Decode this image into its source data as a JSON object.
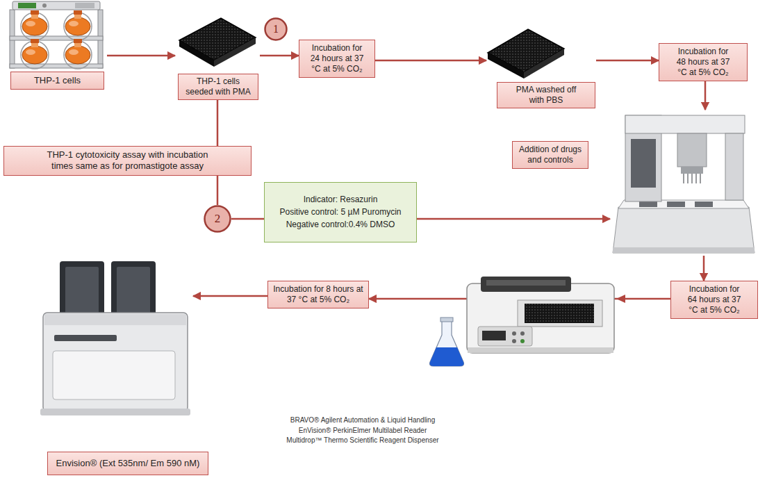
{
  "diagram": {
    "nodes": [
      {
        "text": [
          "THP-1 cells"
        ]
      },
      {
        "text": [
          "THP-1 cells seeded with PMA"
        ]
      },
      {
        "text": [
          "1"
        ]
      },
      {
        "text": [
          "Incubation for 24 hours at 37 °C at 5% CO₂"
        ]
      },
      {
        "text": [
          "PMA washed off with PBS"
        ]
      },
      {
        "text": [
          "Incubation for 48 hours at 37 °C at 5% CO₂"
        ]
      },
      {
        "text": [
          "THP-1 cytotoxicity assay with incubation times same as for promastigote assay"
        ]
      },
      {
        "text": [
          "Indicator: Resazurin",
          "Positive control: 5 µM Puromycin",
          "Negative control:0.4% DMSO"
        ]
      },
      {
        "text": [
          "Addition of drugs and controls"
        ]
      },
      {
        "text": [
          "2"
        ]
      },
      {
        "text": [
          "Incubation for 64 hours at 37 °C at 5% CO₂"
        ]
      },
      {
        "text": [
          "Incubation for 8 hours at 37 °C at 5% CO₂"
        ]
      },
      {
        "text": [
          "Envision® (Ext 535nm/ Em 590 nM)"
        ]
      }
    ],
    "edges": [
      {
        "from": 0,
        "to": 1,
        "arrow": "to"
      },
      {
        "from": 1,
        "to": 3,
        "arrow": "to"
      },
      {
        "from": 3,
        "to": 4,
        "arrow": "to"
      },
      {
        "from": 4,
        "to": 5,
        "arrow": "to"
      },
      {
        "from": 5,
        "to": 8,
        "arrow": "to"
      },
      {
        "from": 1,
        "to": 9,
        "arrow": "none"
      },
      {
        "from": 9,
        "to": 8,
        "arrow": "to"
      },
      {
        "from": 8,
        "to": 10,
        "arrow": "to"
      },
      {
        "from": 10,
        "to": 11,
        "arrow": "to"
      },
      {
        "from": 11,
        "to": 12,
        "arrow": "to"
      }
    ],
    "labels": [
      "BRAVO® Agilent Automation & Liquid Handling",
      "EnVision® PerkinElmer Multilabel Reader",
      "Multidrop™ Thermo Scientific Reagent Dispenser"
    ]
  }
}
